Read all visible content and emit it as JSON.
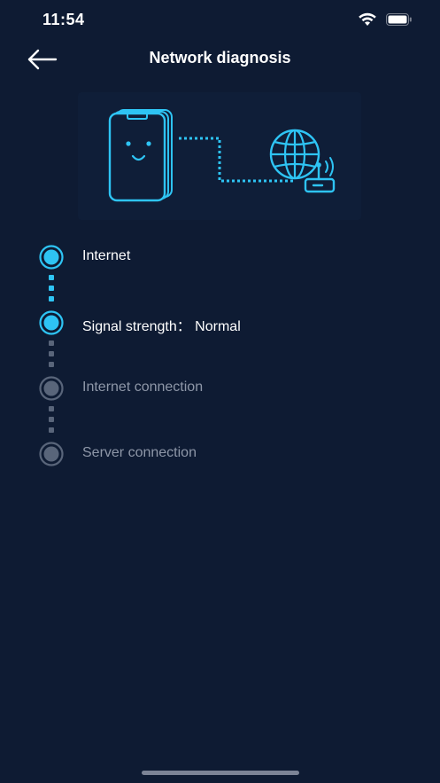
{
  "status_bar": {
    "time": "11:54",
    "icons": [
      "wifi-icon",
      "battery-icon"
    ]
  },
  "header": {
    "back_icon": "arrow-left-icon",
    "title": "Network diagnosis"
  },
  "illustration": {
    "icons": [
      "phone-icon",
      "globe-icon",
      "router-icon"
    ]
  },
  "steps": [
    {
      "label": "Internet",
      "status": "done"
    },
    {
      "label": "Signal strength： Normal",
      "status": "done"
    },
    {
      "label": "Internet connection",
      "status": "pending"
    },
    {
      "label": "Server connection",
      "status": "pending"
    }
  ],
  "colors": {
    "background": "#0e1b33",
    "accent": "#2ec4f4",
    "inactive": "#59657a",
    "text": "#ffffff",
    "text_inactive": "#8e97a8"
  }
}
